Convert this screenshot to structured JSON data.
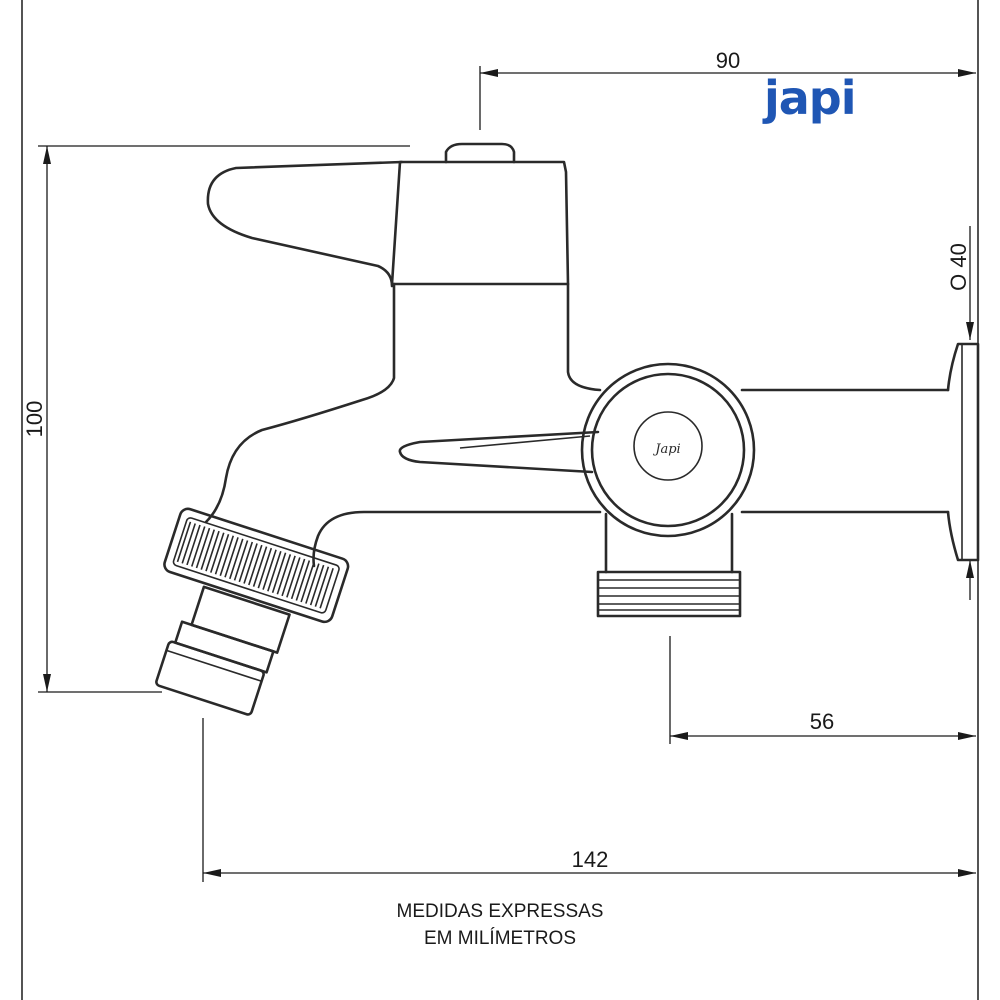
{
  "brand": {
    "logo_text": "japi",
    "small_logo_text": "Japi",
    "color": "#1f56b4"
  },
  "dimensions": {
    "top_width": "90",
    "height": "100",
    "flange_diameter": "O 40",
    "outlet_distance": "56",
    "total_length": "142"
  },
  "note": {
    "line1": "MEDIDAS EXPRESSAS",
    "line2": "EM MILÍMETROS"
  }
}
